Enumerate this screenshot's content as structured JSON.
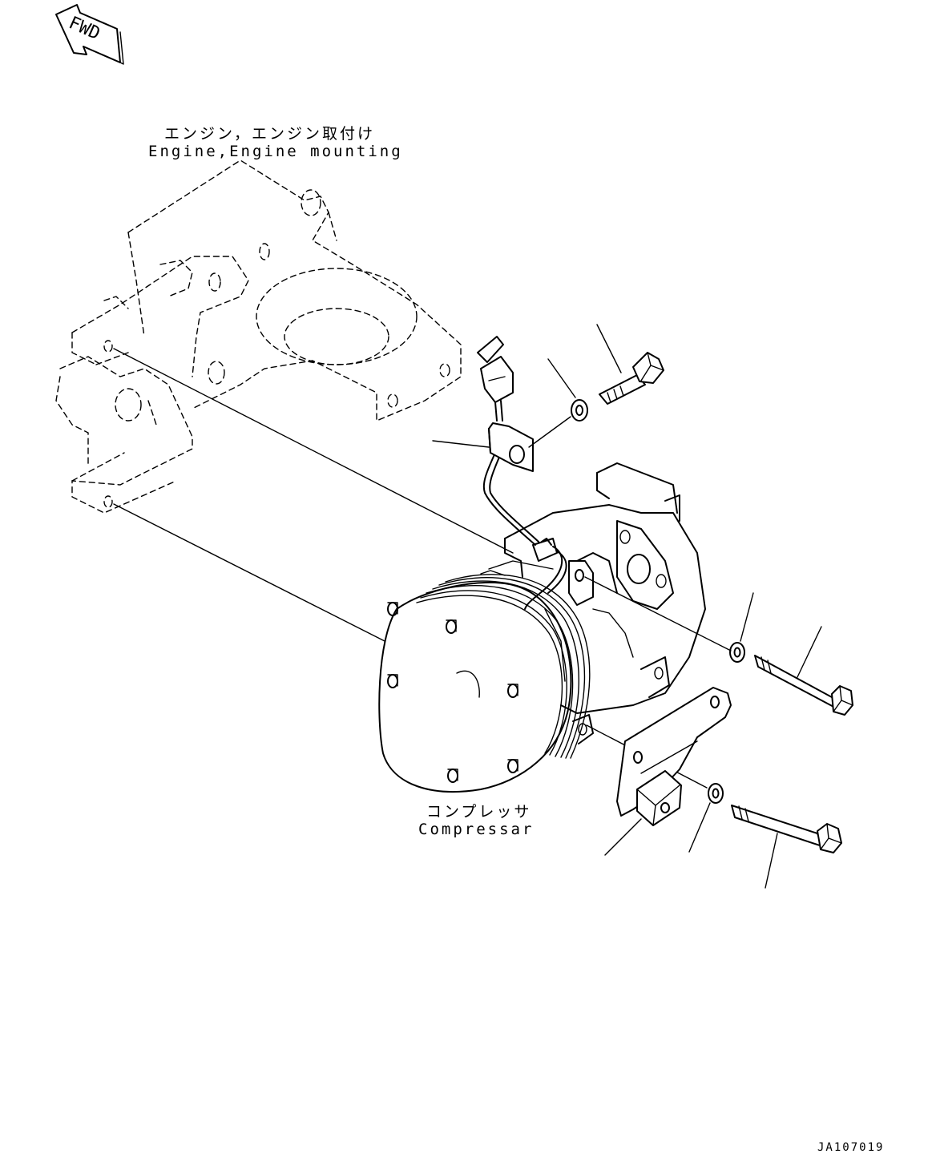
{
  "fwd_label": "FWD",
  "labels": {
    "engine_jp": "エンジン，エンジン取付け",
    "engine_en": "Engine,Engine mounting",
    "compressor_jp": "コンプレッサ",
    "compressor_en": "Compressar"
  },
  "drawing_number": "JA107019"
}
